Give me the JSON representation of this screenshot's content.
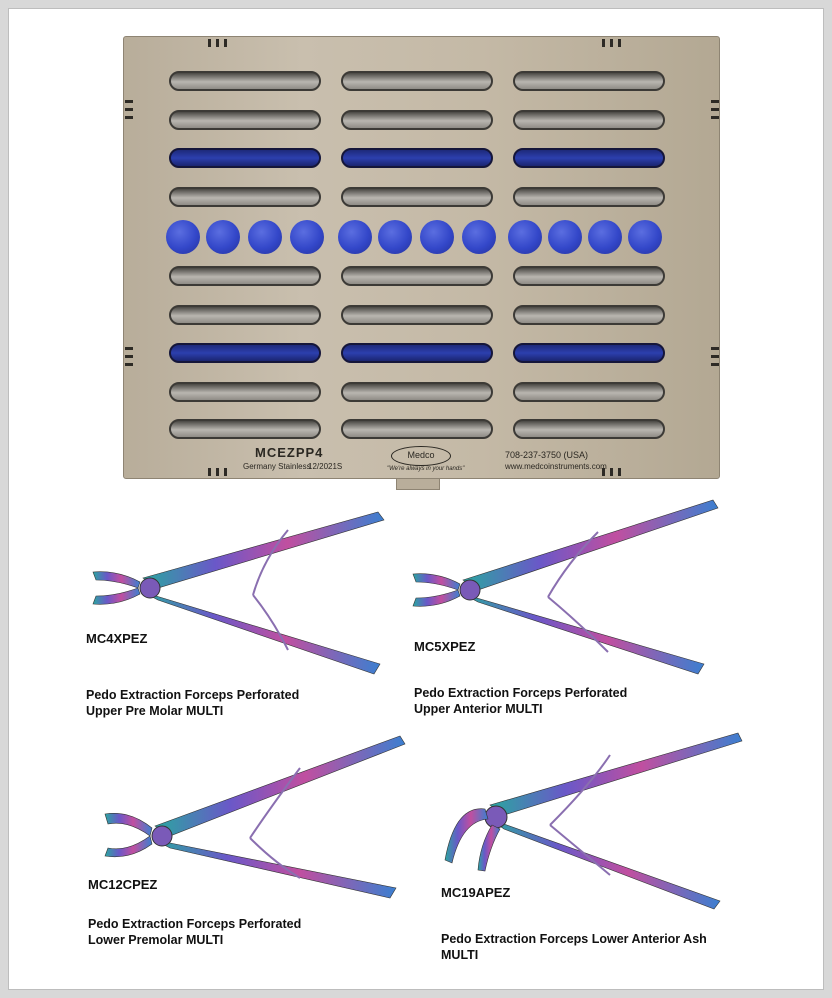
{
  "tray": {
    "model": "MCEZPP4",
    "made_in": "Germany Stainless",
    "date_code": "12/2021S",
    "logo_text": "Medco",
    "tagline": "\"We're always in your hands\"",
    "phone": "708-237-3750 (USA)",
    "website": "www.medcoinstruments.com"
  },
  "products": [
    {
      "code": "MC4XPEZ",
      "desc1": "Pedo Extraction Forceps Perforated",
      "desc2": "Upper Pre Molar MULTI"
    },
    {
      "code": "MC5XPEZ",
      "desc1": "Pedo Extraction Forceps Perforated",
      "desc2": "Upper Anterior MULTI"
    },
    {
      "code": "MC12CPEZ",
      "desc1": "Pedo Extraction Forceps Perforated",
      "desc2": "Lower Premolar MULTI"
    },
    {
      "code": "MC19APEZ",
      "desc1": "Pedo Extraction Forceps Lower Anterior Ash",
      "desc2": "MULTI"
    }
  ],
  "colors": {
    "tray_steel": "#c4b9a6",
    "silicone_blue": "#3347c9",
    "text": "#111111"
  }
}
